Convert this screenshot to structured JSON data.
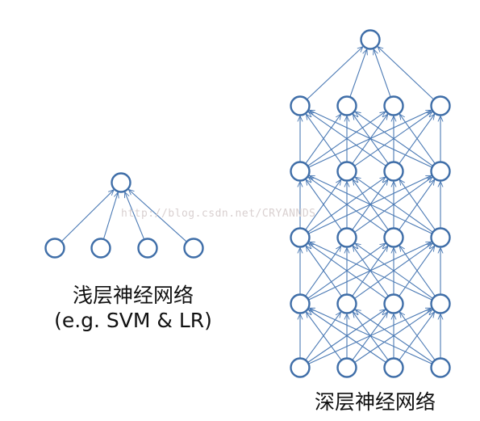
{
  "shallow": {
    "title": "浅层神经网络",
    "subtitle": "(e.g. SVM & LR)",
    "layers": [
      4,
      1
    ]
  },
  "deep": {
    "title": "深层神经网络",
    "layers": [
      4,
      4,
      4,
      4,
      4,
      1
    ]
  },
  "watermark": "http://blog.csdn.net/CRYANNDS",
  "colors": {
    "node_stroke": "#3f6ea8",
    "edge": "#4a79b4",
    "node_fill": "#ffffff"
  }
}
